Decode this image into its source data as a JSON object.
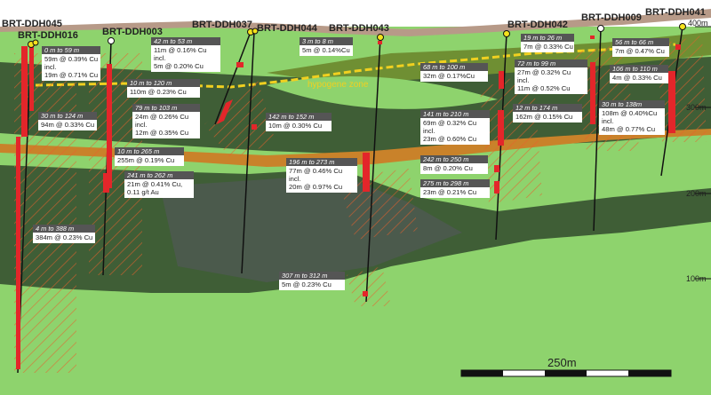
{
  "zone_label": "hypogene zone",
  "scale_label": "250m",
  "elevations": [
    "400m",
    "300m",
    "200m",
    "100m"
  ],
  "holes": [
    {
      "name": "BRT-DDH045",
      "collar": "yellow"
    },
    {
      "name": "BRT-DDH016",
      "collar": "yellow"
    },
    {
      "name": "BRT-DDH003",
      "collar": "white"
    },
    {
      "name": "BRT-DDH037",
      "collar": "yellow"
    },
    {
      "name": "BRT-DDH044",
      "collar": "yellow"
    },
    {
      "name": "BRT-DDH043",
      "collar": "yellow"
    },
    {
      "name": "BRT-DDH042",
      "collar": "yellow"
    },
    {
      "name": "BRT-DDH009",
      "collar": "white"
    },
    {
      "name": "BRT-DDH041",
      "collar": "yellow"
    }
  ],
  "intercepts": [
    {
      "head": "0 m to 59 m",
      "lines": [
        "59m @ 0.39% Cu",
        "incl.",
        "19m @ 0.71% Cu"
      ]
    },
    {
      "head": "30 m to 124 m",
      "lines": [
        "94m @ 0.33% Cu"
      ]
    },
    {
      "head": "4 m to 388 m",
      "lines": [
        "384m @ 0.23% Cu"
      ]
    },
    {
      "head": "42 m to 53 m",
      "lines": [
        "11m @ 0.16% Cu",
        "incl.",
        "5m @ 0.20% Cu"
      ]
    },
    {
      "head": "10 m to 120 m",
      "lines": [
        "110m @ 0.23% Cu"
      ]
    },
    {
      "head": "79 m to 103 m",
      "lines": [
        "24m @ 0.26% Cu",
        "incl.",
        "12m @ 0.35% Cu"
      ]
    },
    {
      "head": "10 m to 265 m",
      "lines": [
        "255m @ 0.19% Cu"
      ]
    },
    {
      "head": "241 m to 262 m",
      "lines": [
        "21m @ 0.41% Cu,",
        "0.11 g/t Au"
      ]
    },
    {
      "head": "142 m to 152 m",
      "lines": [
        "10m @ 0.30% Cu"
      ]
    },
    {
      "head": "3 m to 8 m",
      "lines": [
        "5m @ 0.14%Cu"
      ]
    },
    {
      "head": "196 m to 273 m",
      "lines": [
        "77m @ 0.46% Cu",
        "incl.",
        "20m @ 0.97% Cu"
      ]
    },
    {
      "head": "307 m to 312 m",
      "lines": [
        "5m @ 0.23% Cu"
      ]
    },
    {
      "head": "68 m to 100 m",
      "lines": [
        "32m @ 0.17%Cu"
      ]
    },
    {
      "head": "141 m to 210 m",
      "lines": [
        "69m @ 0.32% Cu",
        "incl.",
        "23m @ 0.60% Cu"
      ]
    },
    {
      "head": "242 m to 250 m",
      "lines": [
        "8m @ 0.20% Cu"
      ]
    },
    {
      "head": "275 m to 298 m",
      "lines": [
        "23m @ 0.21% Cu"
      ]
    },
    {
      "head": "19 m to 26 m",
      "lines": [
        "7m @ 0.33% Cu"
      ]
    },
    {
      "head": "72 m to 99 m",
      "lines": [
        "27m @ 0.32% Cu",
        "incl.",
        "11m @ 0.52% Cu"
      ]
    },
    {
      "head": "12 m to 174 m",
      "lines": [
        "162m @ 0.15% Cu"
      ]
    },
    {
      "head": "56 m to 66 m",
      "lines": [
        "7m @ 0.47% Cu"
      ]
    },
    {
      "head": "106 m to 110 m",
      "lines": [
        "4m @ 0.33% Cu"
      ]
    },
    {
      "head": "30 m to 138m",
      "lines": [
        "108m @ 0.40%Cu",
        "incl.",
        "48m @ 0.77% Cu"
      ]
    }
  ]
}
